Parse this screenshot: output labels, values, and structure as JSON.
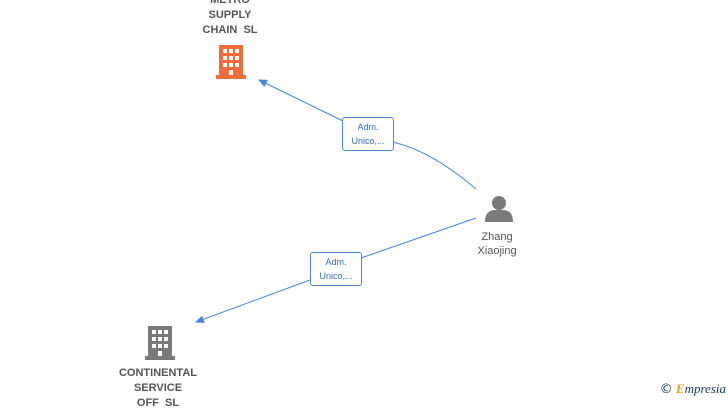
{
  "nodes": {
    "metro": {
      "name_lines": [
        "METRO",
        "SUPPLY",
        "CHAIN  SL"
      ],
      "icon": "building-icon",
      "color": "#f26b3a"
    },
    "continental": {
      "name_lines": [
        "CONTINENTAL",
        "SERVICE",
        "OFF  SL"
      ],
      "icon": "building-icon",
      "color": "#7a7a7a"
    },
    "person": {
      "name_lines": [
        "Zhang",
        "Xiaojing"
      ],
      "icon": "person-icon",
      "color": "#7a7a7a"
    }
  },
  "edges": [
    {
      "from": "person",
      "to": "metro",
      "label_lines": [
        "Adm.",
        "Unico,..."
      ]
    },
    {
      "from": "person",
      "to": "continental",
      "label_lines": [
        "Adm.",
        "Unico,..."
      ]
    }
  ],
  "colors": {
    "edge": "#4a86d4",
    "label_text": "#555555"
  },
  "brand": {
    "copyright": "©",
    "name_initial": "E",
    "name_rest": "mpresia"
  }
}
